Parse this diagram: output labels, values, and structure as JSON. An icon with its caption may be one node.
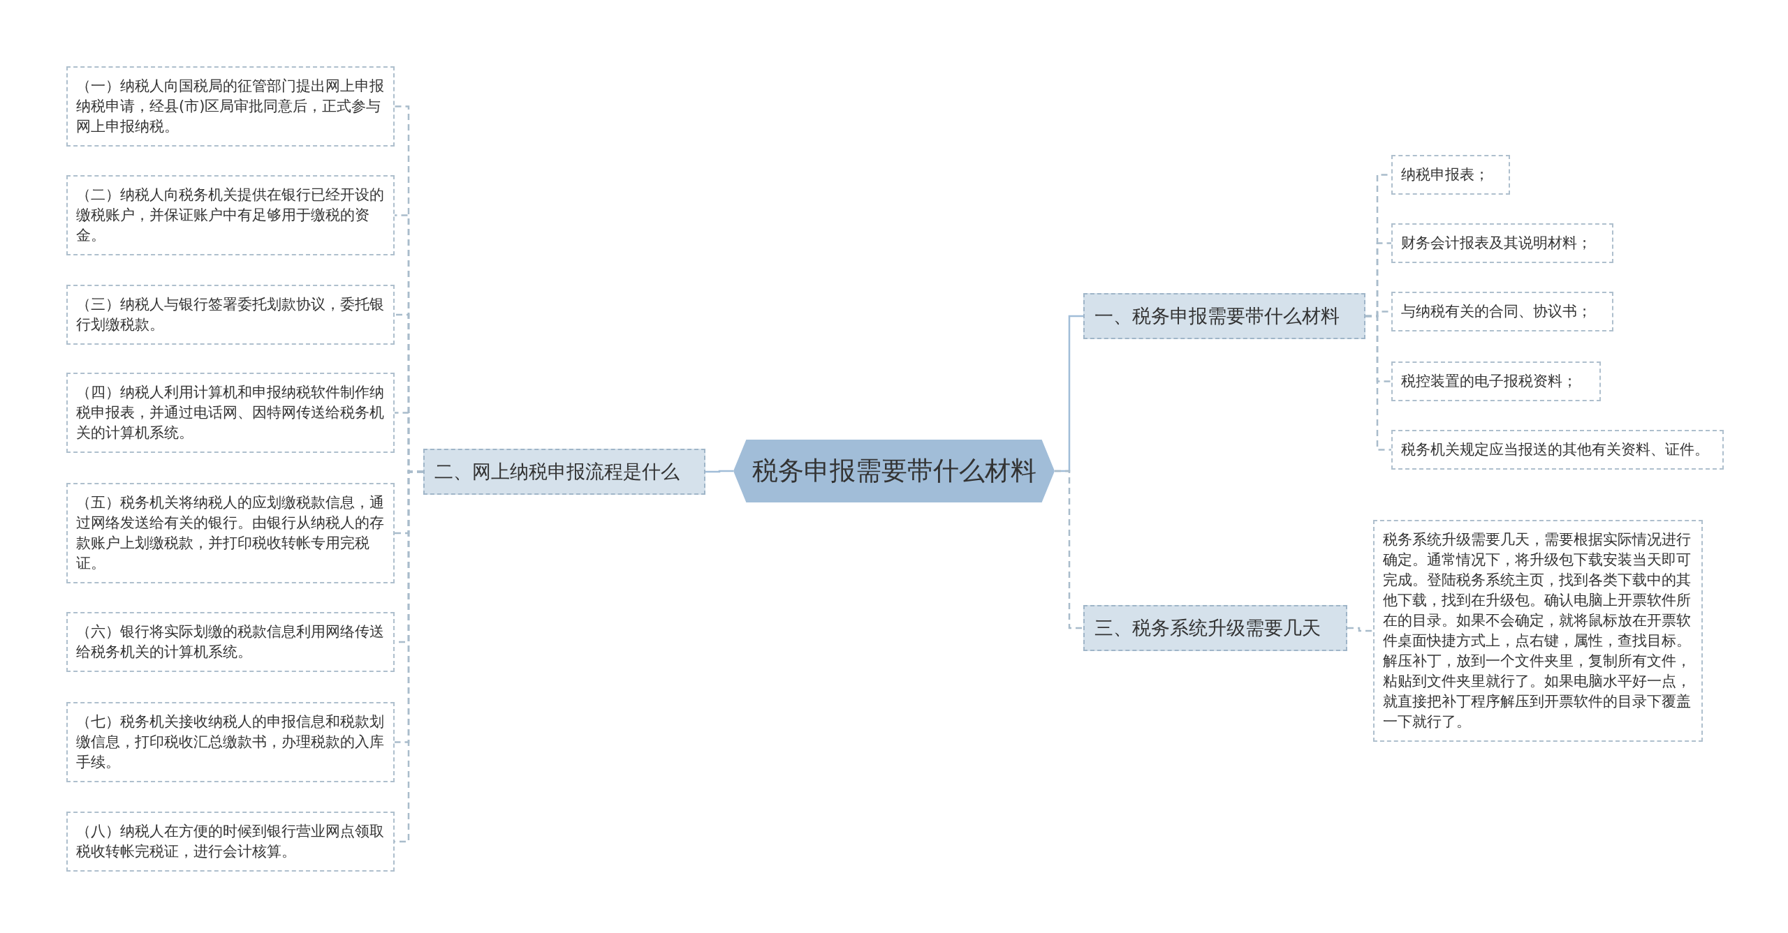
{
  "diagram": {
    "nodes": [
      {
        "text": [
          "税务申报需要带什么材料"
        ]
      },
      {
        "text": [
          "一、税务申报需要带什么材料"
        ]
      },
      {
        "text": [
          "纳税申报表；"
        ]
      },
      {
        "text": [
          "财务会计报表及其说明材料；"
        ]
      },
      {
        "text": [
          "与纳税有关的合同、协议书；"
        ]
      },
      {
        "text": [
          "税控装置的电子报税资料；"
        ]
      },
      {
        "text": [
          "税务机关规定应当报送的其他有关资料、证件。"
        ]
      },
      {
        "text": [
          "二、网上纳税申报流程是什么"
        ]
      },
      {
        "text": [
          "（一）纳税人向国税局的征管部门提出网上申报纳税申请，经县(市)区局审批同意后，正式参与网上申报纳税。"
        ]
      },
      {
        "text": [
          "（二）纳税人向税务机关提供在银行已经开设的缴税账户，并保证账户中有足够用于缴税的资金。"
        ]
      },
      {
        "text": [
          "（三）纳税人与银行签署委托划款协议，委托银行划缴税款。"
        ]
      },
      {
        "text": [
          "（四）纳税人利用计算机和申报纳税软件制作纳税申报表，并通过电话网、因特网传送给税务机关的计算机系统。"
        ]
      },
      {
        "text": [
          "（五）税务机关将纳税人的应划缴税款信息，通过网络发送给有关的银行。由银行从纳税人的存款账户上划缴税款，并打印税收转帐专用完税证。"
        ]
      },
      {
        "text": [
          "（六）银行将实际划缴的税款信息利用网络传送给税务机关的计算机系统。"
        ]
      },
      {
        "text": [
          "（七）税务机关接收纳税人的申报信息和税款划缴信息，打印税收汇总缴款书，办理税款的入库手续。"
        ]
      },
      {
        "text": [
          "（八）纳税人在方便的时候到银行营业网点领取税收转帐完税证，进行会计核算。"
        ]
      },
      {
        "text": [
          "三、税务系统升级需要几天"
        ]
      },
      {
        "text": [
          "税务系统升级需要几天，需要根据实际情况进行确定。通常情况下，将升级包下载安装当天即可完成。登陆税务系统主页，找到各类下载中的其他下载，找到在升级包。确认电脑上开票软件所在的目录。如果不会确定，就将鼠标放在开票软件桌面快捷方式上，点右键，属性，查找目标。解压补丁，放到一个文件夹里，复制所有文件，粘贴到文件夹里就行了。如果电脑水平好一点，就直接把补丁程序解压到开票软件的目录下覆盖一下就行了。"
        ]
      }
    ],
    "edges": [
      {
        "from": 0,
        "to": 1,
        "arrow": "none"
      },
      {
        "from": 1,
        "to": 2,
        "arrow": "none",
        "style": "dashed"
      },
      {
        "from": 1,
        "to": 3,
        "arrow": "none",
        "style": "dashed"
      },
      {
        "from": 1,
        "to": 4,
        "arrow": "none",
        "style": "dashed"
      },
      {
        "from": 1,
        "to": 5,
        "arrow": "none",
        "style": "dashed"
      },
      {
        "from": 1,
        "to": 6,
        "arrow": "none",
        "style": "dashed"
      },
      {
        "from": 0,
        "to": 7,
        "arrow": "none"
      },
      {
        "from": 7,
        "to": 8,
        "arrow": "none",
        "style": "dashed"
      },
      {
        "from": 7,
        "to": 9,
        "arrow": "none",
        "style": "dashed"
      },
      {
        "from": 7,
        "to": 10,
        "arrow": "none",
        "style": "dashed"
      },
      {
        "from": 7,
        "to": 11,
        "arrow": "none",
        "style": "dashed"
      },
      {
        "from": 7,
        "to": 12,
        "arrow": "none",
        "style": "dashed"
      },
      {
        "from": 7,
        "to": 13,
        "arrow": "none",
        "style": "dashed"
      },
      {
        "from": 7,
        "to": 14,
        "arrow": "none",
        "style": "dashed"
      },
      {
        "from": 7,
        "to": 15,
        "arrow": "none",
        "style": "dashed"
      },
      {
        "from": 0,
        "to": 16,
        "arrow": "none",
        "style": "dashed"
      },
      {
        "from": 16,
        "to": 17,
        "arrow": "none",
        "style": "dashed"
      }
    ]
  }
}
